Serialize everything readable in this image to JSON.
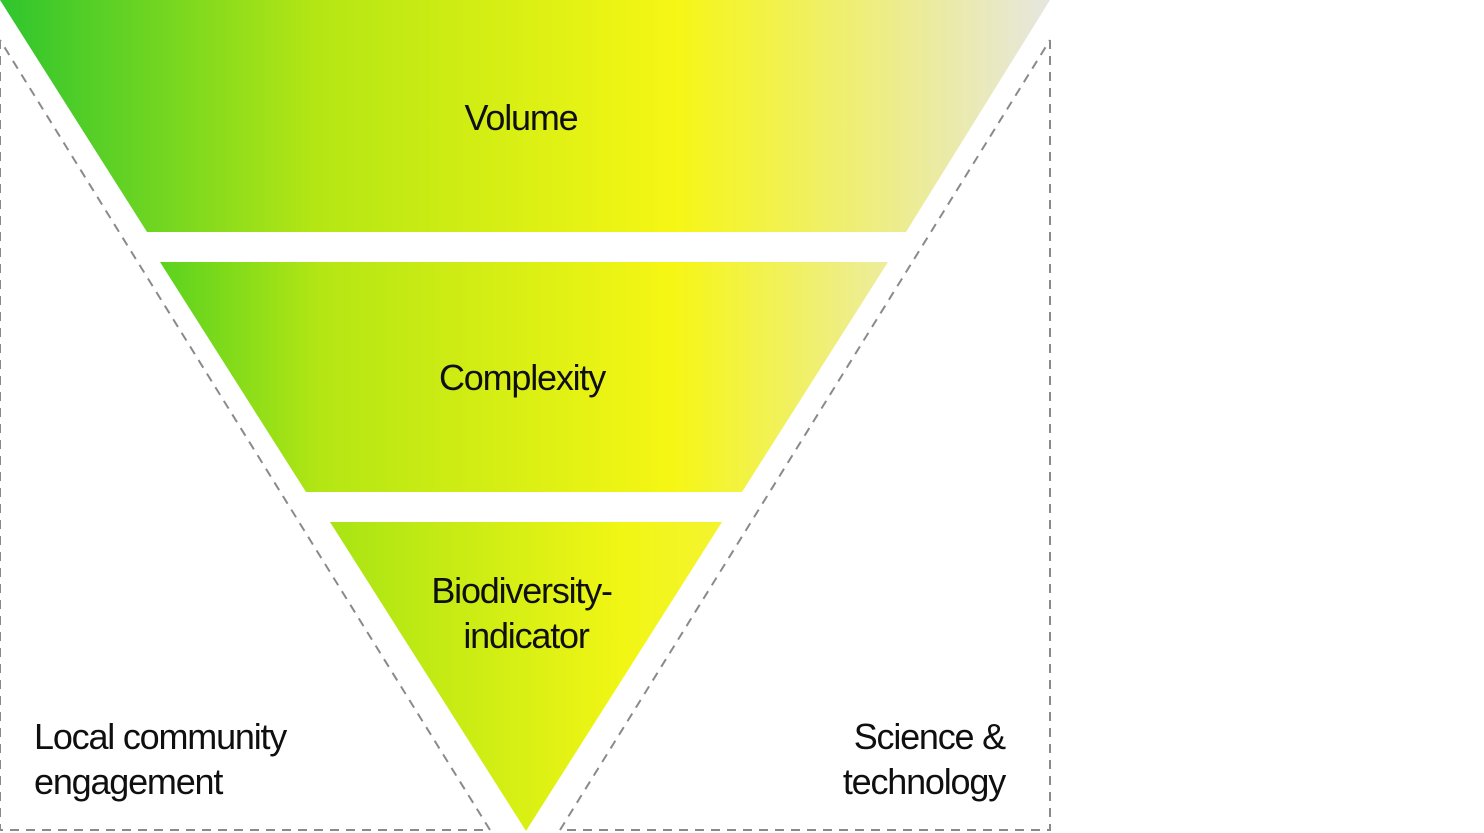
{
  "tiers": [
    {
      "label_lines": [
        "Volume"
      ]
    },
    {
      "label_lines": [
        "Complexity"
      ]
    },
    {
      "label_lines": [
        "Biodiversity-",
        "indicator"
      ]
    }
  ],
  "left_label_lines": [
    "Local community",
    "engagement"
  ],
  "right_label_lines": [
    "Science &",
    "technology"
  ],
  "colors": {
    "gradient_green": "#2ec52e",
    "gradient_lime": "#b4e614",
    "gradient_yellow": "#f6f614",
    "gradient_grey": "#e6e6e0",
    "dashed_line": "#8a8a8a",
    "text": "#0f0f0f"
  }
}
